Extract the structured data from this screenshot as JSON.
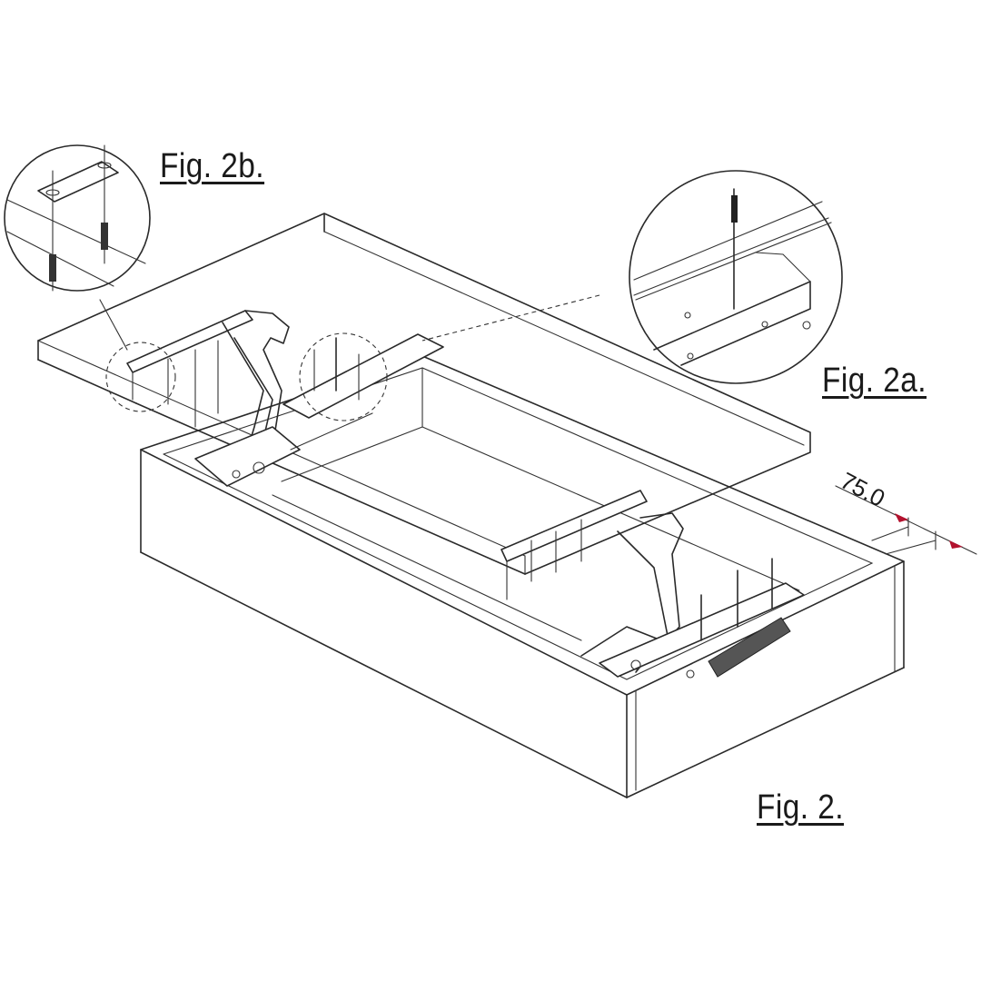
{
  "diagram": {
    "type": "technical-assembly-drawing",
    "subject": "Lift-up lid hinge mechanism installation on box/bed base",
    "labels": {
      "main_figure": "Fig. 2.",
      "detail_a": "Fig. 2a.",
      "detail_b": "Fig. 2b."
    },
    "dimension": {
      "value": "75.0",
      "color": "#b3122e"
    },
    "components": [
      "box-base",
      "lid-panel",
      "left-hinge-mechanism",
      "right-hinge-mechanism",
      "gas-spring",
      "detail-circle-2a",
      "detail-circle-2b",
      "screws"
    ],
    "colors": {
      "line": "#2a2a2a",
      "background": "#ffffff",
      "dimension_marker": "#b3122e"
    }
  }
}
